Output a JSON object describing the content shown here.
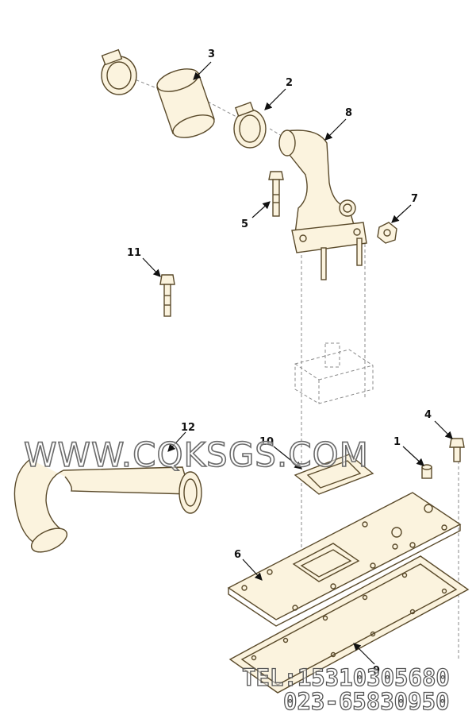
{
  "callouts": {
    "c1": "1",
    "c2": "2",
    "c3": "3",
    "c4": "4",
    "c5": "5",
    "c6": "6",
    "c7": "7",
    "c8": "8",
    "c9": "9",
    "c10": "10",
    "c11": "11",
    "c12": "12"
  },
  "watermark": "WWW.CQKSGS.COM",
  "contact": {
    "tel": "TEL:15310305680",
    "phone2": "023-65830950"
  }
}
